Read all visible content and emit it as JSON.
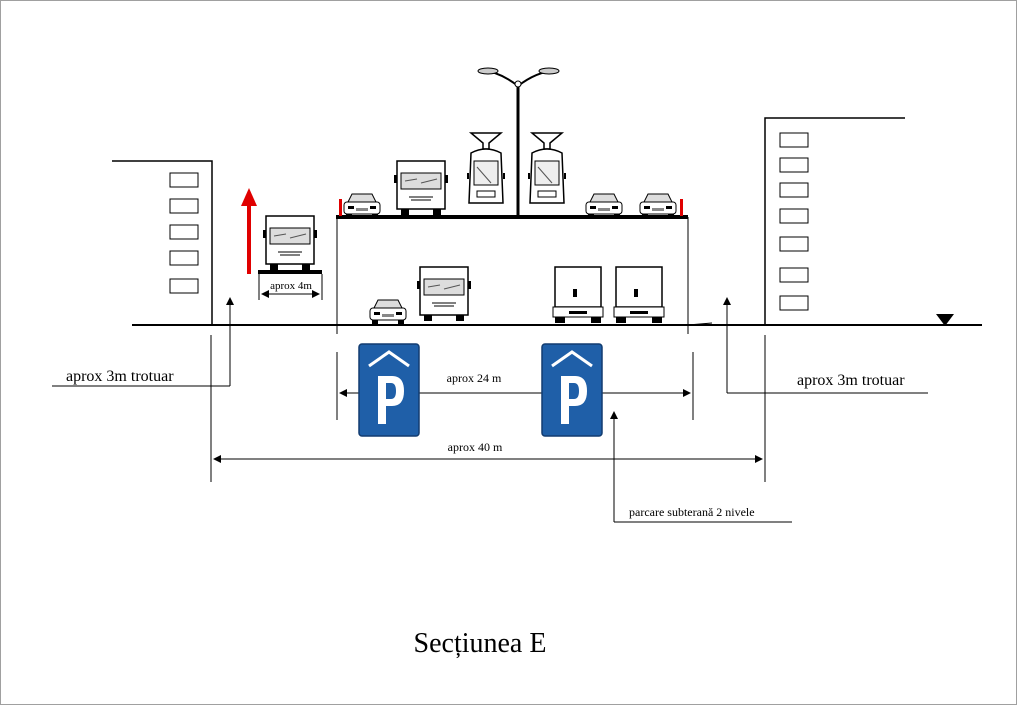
{
  "title": "Secțiunea  E",
  "labels": {
    "sidewalk_left": "aprox 3m trotuar",
    "sidewalk_right": "aprox 3m trotuar",
    "lane_width": "aprox  4m",
    "road_width": "aprox 24 m",
    "total_width": "aprox 40 m",
    "underground_parking": "parcare  subterană  2 nivele"
  },
  "parking_sign": {
    "letter": "P",
    "color": "#1f5fa8"
  },
  "colors": {
    "direction_arrow": "#e00000",
    "bollard": "#e00000"
  }
}
